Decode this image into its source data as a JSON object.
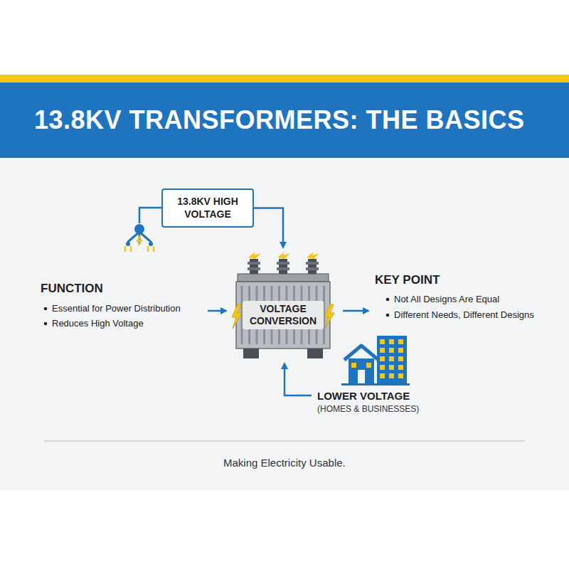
{
  "diagram": {
    "title": "13.8KV TRANSFORMERS: THE BASICS",
    "caption": "Making Electricity Usable.",
    "nodes": [
      {
        "text": [
          "13.8KV HIGH VOLTAGE"
        ]
      },
      {
        "text": [
          "VOLTAGE CONVERSION"
        ]
      }
    ],
    "edges": [
      {
        "from": 0,
        "to": 1,
        "arrow": "to"
      }
    ],
    "labels": [
      "FUNCTION",
      "Essential for Power Distribution",
      "Reduces High Voltage",
      "KEY POINT",
      "Not All Designs Are Equal",
      "Different Needs, Different Designs",
      "LOWER VOLTAGE",
      "(HOMES & BUSINESSES)"
    ]
  }
}
